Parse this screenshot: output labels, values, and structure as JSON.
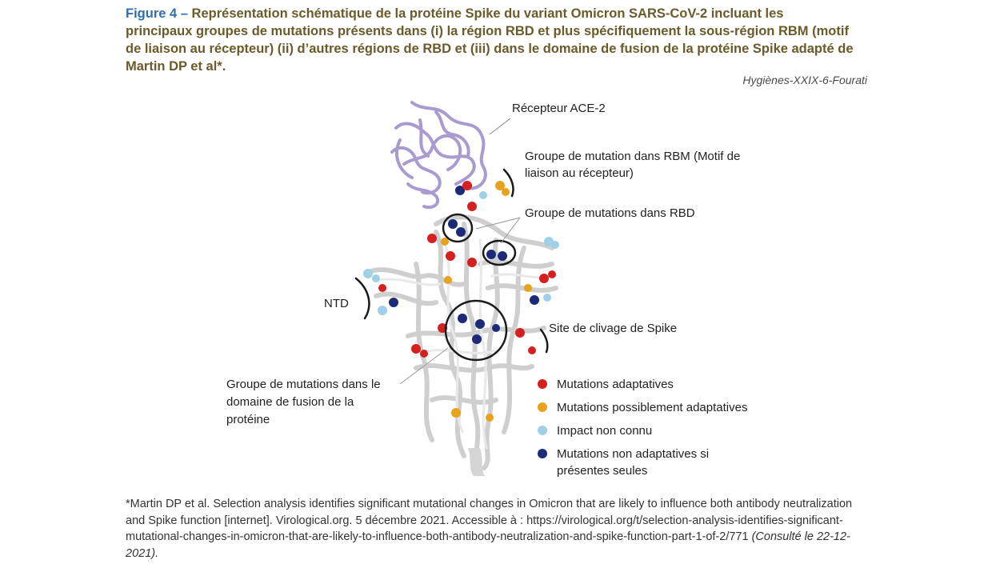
{
  "caption": {
    "figure_label": "Figure 4 –",
    "text": "Représentation schématique de la protéine Spike du variant Omicron SARS-CoV-2 incluant les principaux groupes de mutations présents dans (i) la région RBD et plus spécifiquement la sous-région RBM (motif de liaison au récepteur) (ii) d’autres régions de RBD et (iii) dans le domaine de fusion de la protéine Spike adapté de Martin DP et al*."
  },
  "source": "Hygiènes-XXIX-6-Fourati",
  "labels": {
    "ace2": "Récepteur ACE-2",
    "rbm_line1": "Groupe de mutation dans RBM (Motif de",
    "rbm_line2": "liaison au récepteur)",
    "rbd": "Groupe de mutations dans RBD",
    "ntd": "NTD",
    "cleavage": "Site de clivage de Spike",
    "fusion_line1": "Groupe de mutations dans le",
    "fusion_line2": "domaine de fusion de la",
    "fusion_line3": "protéine"
  },
  "legend": {
    "items": [
      {
        "label": "Mutations adaptatives",
        "color": "#d62020"
      },
      {
        "label": "Mutations possiblement adaptatives",
        "color": "#e8a21c"
      },
      {
        "label": "Impact non connu",
        "color": "#9fd0e6"
      },
      {
        "label": "Mutations non adaptatives si présentes seules",
        "color": "#1c2a78"
      }
    ]
  },
  "footnote": {
    "text": "*Martin DP et al. Selection analysis identifies significant mutational changes in Omicron that are likely to influence both antibody neutralization and Spike function [internet]. Virological.org. 5 décembre 2021. Accessible à : https://virological.org/t/selection-analysis-identifies-significant-mutational-changes-in-omicron-that-are-likely-to-influence-both-antibody-neutralization-and-spike-function-part-1-of-2/771 ",
    "consulted": "(Consulté le 22-12-2021)."
  },
  "colors": {
    "caption_label": "#2f6fae",
    "caption_text": "#6b5a2a",
    "ace2_ribbon": "#a99bd0",
    "spike_ribbon": "#d8d8d8"
  }
}
